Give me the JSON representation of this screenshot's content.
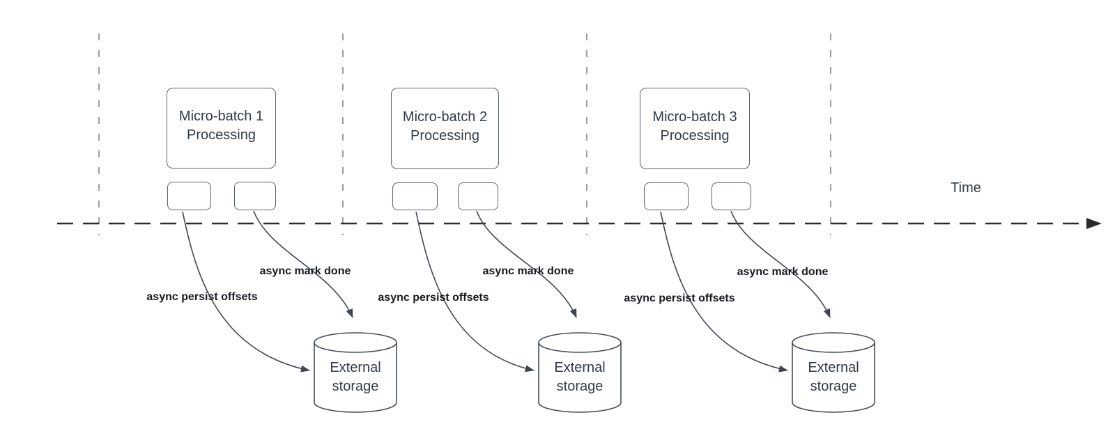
{
  "axis": {
    "label": "Time"
  },
  "groups": [
    {
      "box_label": [
        "Micro-batch 1",
        "Processing"
      ],
      "persist_label": "async persist offsets",
      "done_label": "async mark done",
      "storage_label": [
        "External",
        "storage"
      ]
    },
    {
      "box_label": [
        "Micro-batch 2",
        "Processing"
      ],
      "persist_label": "async persist offsets",
      "done_label": "async mark done",
      "storage_label": [
        "External",
        "storage"
      ]
    },
    {
      "box_label": [
        "Micro-batch 3",
        "Processing"
      ],
      "persist_label": "async persist offsets",
      "done_label": "async mark done",
      "storage_label": [
        "External",
        "storage"
      ]
    }
  ],
  "colors": {
    "shape_stroke": "#5a616b",
    "arrow_stroke": "#3f4550",
    "guide_line": "#9e9e9e",
    "axis_line": "#2b2b2b",
    "text": "#333a47",
    "bold_label_text": "#16191f",
    "background": "#ffffff"
  }
}
